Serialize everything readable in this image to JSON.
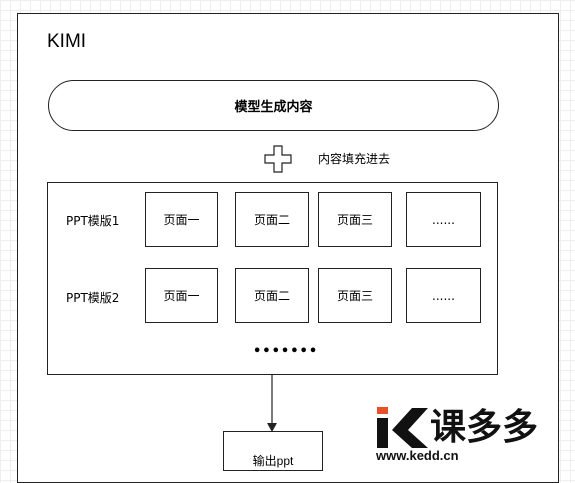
{
  "kimi": {
    "title": "KIMI"
  },
  "model": {
    "label": "模型生成内容"
  },
  "fill": {
    "label": "内容填充进去"
  },
  "templates": [
    {
      "label": "PPT模版1",
      "pages": [
        "页面一",
        "页面二",
        "页面三",
        "......"
      ]
    },
    {
      "label": "PPT模版2",
      "pages": [
        "页面一",
        "页面二",
        "页面三",
        "......"
      ]
    }
  ],
  "more": "•••••••",
  "output": {
    "label": "输出ppt"
  },
  "logo": {
    "name": "课多多",
    "url": "www.kedd.cn",
    "accent": "#e8502a"
  }
}
